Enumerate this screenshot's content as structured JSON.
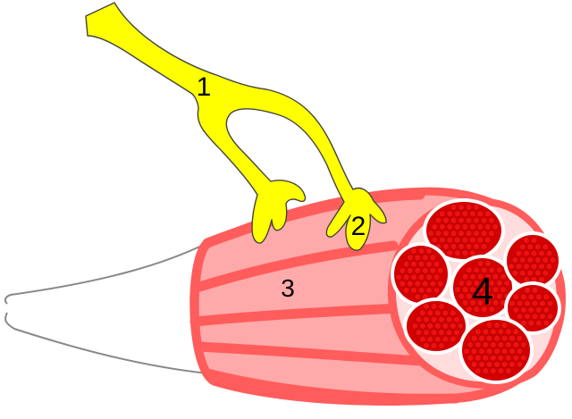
{
  "labels": {
    "one": "1",
    "two": "2",
    "three": "3",
    "four": "4"
  },
  "colors": {
    "nerve": "#ffff00",
    "nerve_outline": "#444444",
    "muscle_band": "#ff5c5c",
    "muscle_fill": "#ffaaaa",
    "fascicle_border": "#ffdddd",
    "fascicle_fill": "#d40000",
    "fiber": "#cc0000",
    "tendon": "#888888"
  }
}
